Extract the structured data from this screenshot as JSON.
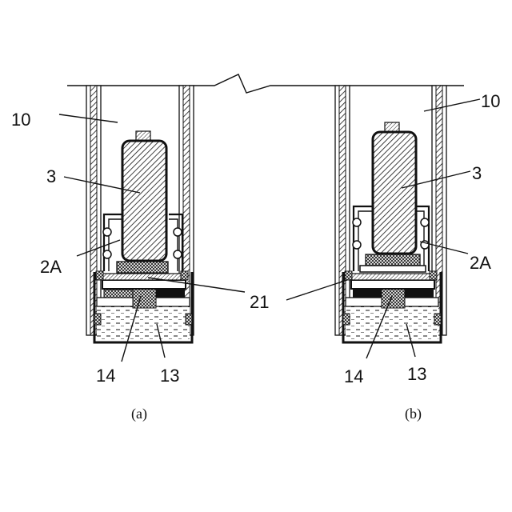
{
  "labels": {
    "a_10": "10",
    "a_3": "3",
    "a_2A": "2A",
    "a_14": "14",
    "a_13": "13",
    "b_10": "10",
    "b_3": "3",
    "b_2A": "2A",
    "b_14": "14",
    "b_13": "13",
    "shared_21": "21"
  },
  "captions": {
    "a": "(a)",
    "b": "(b)"
  }
}
